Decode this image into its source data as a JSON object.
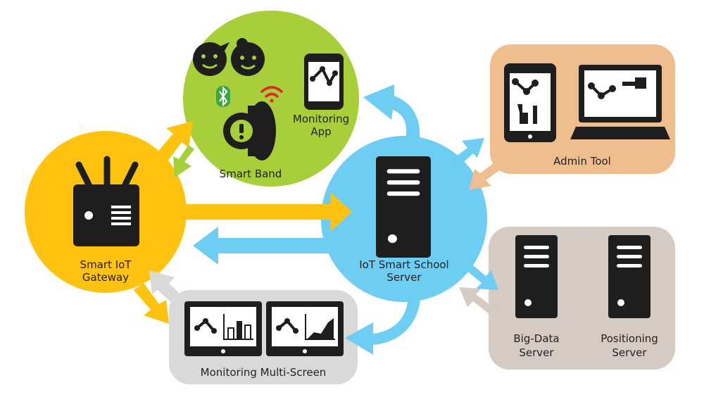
{
  "labels": {
    "monitoring_app_line1": "Monitoring",
    "monitoring_app_line2": "App",
    "smart_band": "Smart Band",
    "admin_tool": "Admin Tool",
    "gateway_line1": "Smart IoT",
    "gateway_line2": "Gateway",
    "server_line1": "IoT Smart School",
    "server_line2": "Server",
    "bigdata_line1": "Big-Data",
    "bigdata_line2": "Server",
    "positioning_line1": "Positioning",
    "positioning_line2": "Server",
    "multiscreen": "Monitoring Multi-Screen"
  },
  "colors": {
    "gateway": "#ffc20e",
    "smartband": "#a6cf3a",
    "server": "#6dcdf2",
    "admin": "#efbe8f",
    "servers_box": "#d5cbc2",
    "multiscreen_box": "#d9d9d9",
    "device": "#1e1e1e",
    "bluetooth": "#3aa842",
    "wifi": "#e02726"
  },
  "icons": [
    "face-icon",
    "girl-face-icon",
    "bluetooth-icon",
    "wifi-icon",
    "watch-icon",
    "phone-icon",
    "tablet-icon",
    "laptop-icon",
    "router-icon",
    "server-icon",
    "monitor-icon"
  ]
}
